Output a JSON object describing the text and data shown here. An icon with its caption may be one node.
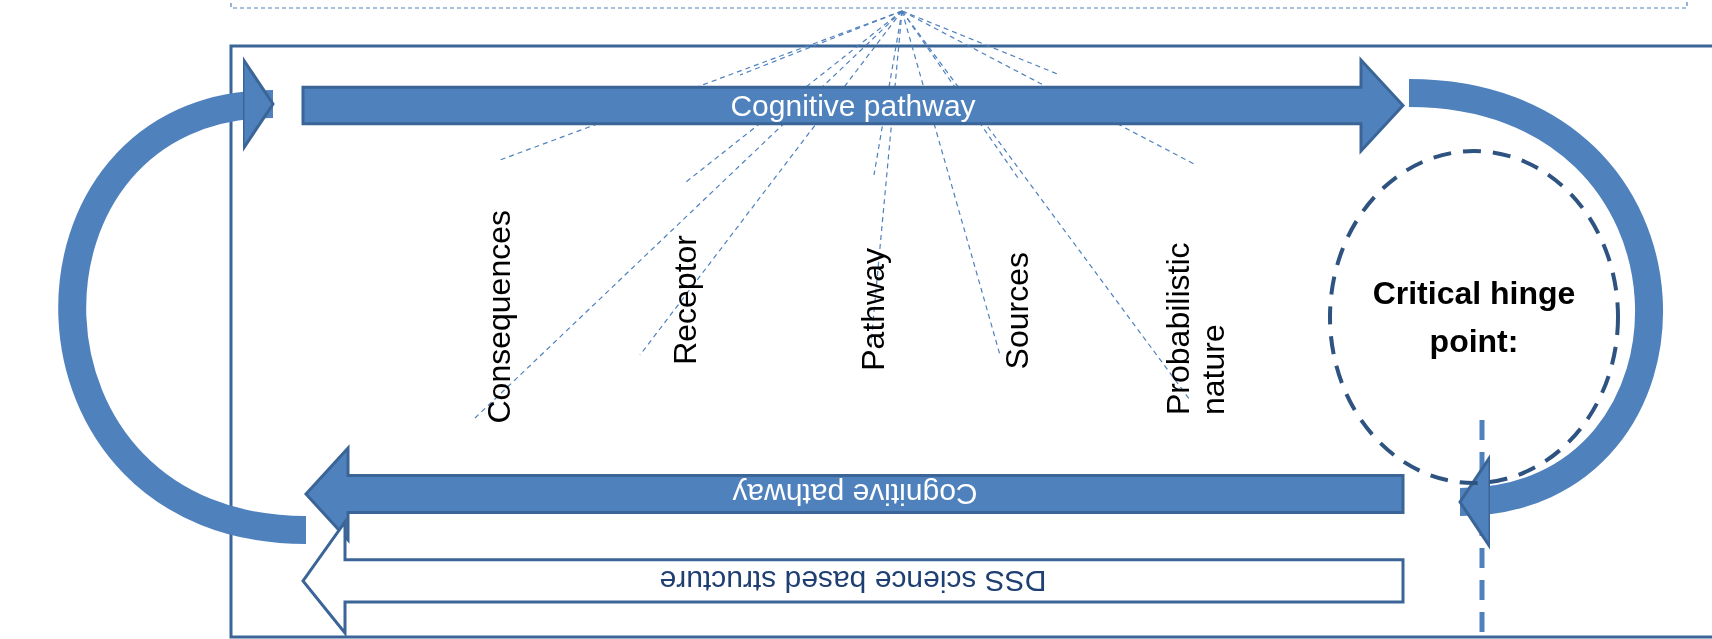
{
  "diagram": {
    "nodes": [
      {
        "text": [
          "Cognitive pathway"
        ]
      },
      {
        "text": [
          "Cognitive pathway"
        ]
      },
      {
        "text": [
          "DSS science based structure"
        ]
      },
      {
        "text": [
          "Critical hinge point:"
        ]
      }
    ],
    "edges": [
      {
        "from": 1,
        "to": 0,
        "arrow": "to"
      },
      {
        "from": 0,
        "to": 1,
        "arrow": "to"
      }
    ],
    "labels": [
      "Consequences",
      "Receptor",
      "Pathway",
      "Sources",
      "Probabilistic nature"
    ]
  }
}
